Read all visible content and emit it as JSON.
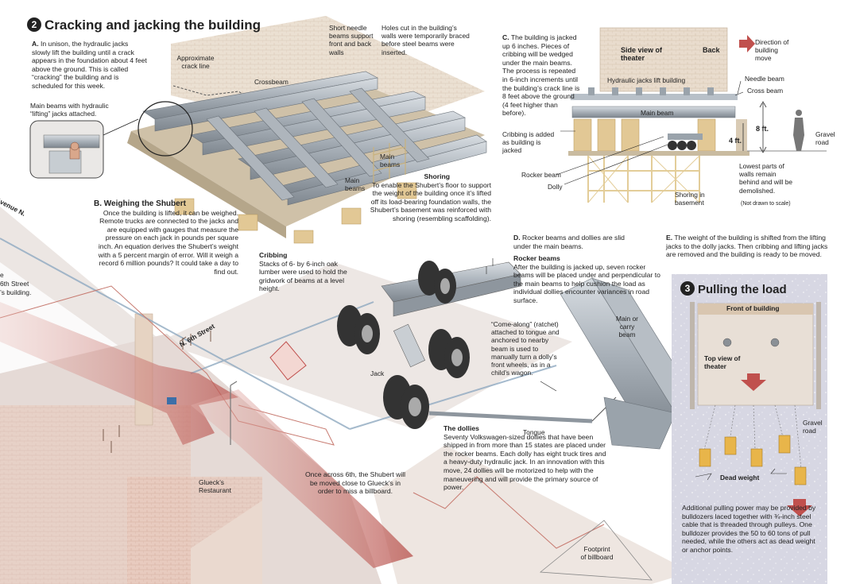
{
  "section2": {
    "num": "2",
    "title": "Cracking and jacking the building",
    "A_letter": "A.",
    "A_text": "In unison, the hydraulic jacks slowly lift the building until a crack appears in the foundation about 4 feet above the ground. This is called “cracking” the building and is scheduled for this week.",
    "label_crack": "Approximate crack line",
    "label_crossbeam": "Crossbeam",
    "label_needle": "Short needle beams support front and back walls",
    "label_holes": "Holes cut in the building’s walls were temporarily braced before steel beams were inserted.",
    "label_mainbeams_jacks": "Main beams with hydraulic “lifting” jacks attached.",
    "label_mainbeams1": "Main beams",
    "label_mainbeams2": "Main beams",
    "shoring_title": "Shoring",
    "shoring_text": "To enable the Shubert’s floor to support the weight of the building once it’s lifted off its load-bearing foundation walls, the Shubert’s basement was reinforced with shoring (resembling scaffolding).",
    "B_letter": "B.",
    "B_title": "Weighing the Shubert",
    "B_text": "Once the building is lifted, it can be weighed. Remote trucks are connected to the jacks and are equipped with gauges that measure the pressure on each jack in pounds per square inch. An equation derives the Shubert’s weight with a 5 percent margin of error. Will it weigh a record 6 million pounds? It could take a day to find out.",
    "cribbing_title": "Cribbing",
    "cribbing_text": "Stacks of 6- by 6-inch oak lumber were used to hold the gridwork of beams at a level height."
  },
  "sideview": {
    "C_letter": "C.",
    "C_text": "The building is jacked up 6 inches. Pieces of cribbing will be wedged under the main beams. The process is repeated in 6-inch increments until the building’s crack line is 8 feet above the ground (4 feet higher than before).",
    "title": "Side view of theater",
    "back": "Back",
    "direction": "Direction of building move",
    "jacks_lift": "Hydraulic jacks lift building",
    "needle_beam": "Needle beam",
    "cross_beam": "Cross beam",
    "main_beam": "Main beam",
    "cribbing_added": "Cribbing is added as building is jacked",
    "rocker_beam": "Rocker beam",
    "dolly": "Dolly",
    "eight_ft": "8 ft.",
    "four_ft": "4 ft.",
    "gravel_road": "Gravel road",
    "lowest_parts": "Lowest parts of walls remain behind and will be demolished.",
    "shoring_basement": "Shoring in basement",
    "not_to_scale": "(Not drawn to scale)"
  },
  "sectionD": {
    "D_letter": "D.",
    "D_text": "Rocker beams and dollies are slid under the main beams.",
    "rocker_title": "Rocker beams",
    "rocker_text": "After the building is jacked up, seven rocker beams will be placed under and perpendicular to the main beams to help cushion the load as individual dollies encounter variances in road surface.",
    "comealong": "“Come-along” (ratchet) attached to tongue and anchored to nearby beam is used to manually turn a dolly’s front wheels, as in a child’s wagon.",
    "main_carry": "Main or carry beam",
    "jack": "Jack",
    "tongue": "Tongue",
    "dollies_title": "The dollies",
    "dollies_text": "Seventy Volkswagen-sized dollies that have been shipped in from more than 15 states are placed under the rocker beams. Each dolly has eight truck tires and a heavy-duty hydraulic jack. In an innovation with this move, 24 dollies will be motorized to help with the maneuvering and will provide the primary source of power."
  },
  "sectionE": {
    "E_letter": "E.",
    "E_text": "The weight of the building is shifted from the lifting jacks to the dolly jacks. Then cribbing and lifting jacks are removed and the building is ready to be moved."
  },
  "section3": {
    "num": "3",
    "title": "Pulling the load",
    "front": "Front of building",
    "top_view": "Top view of theater",
    "gravel_road": "Gravel road",
    "dead_weight": "Dead weight",
    "text": "Additional pulling power may be provided by bulldozers laced together with ¾-inch steel cable that is threaded through pulleys. One bulldozer provides the 50 to 60 tons of pull needed, while the others act as dead weight or anchor points."
  },
  "map": {
    "avenue": "Avenue N.",
    "sixth_street": "N. 6th Street",
    "left_frag1": "e",
    "left_frag2": "6th Street",
    "left_frag3": "’s building.",
    "glueks": "Glueck’s Restaurant",
    "once_across": "Once across 6th, the Shubert will be moved close to Glueck’s in order to miss a billboard.",
    "footprint": "Footprint of billboard"
  },
  "colors": {
    "accent_red": "#c0504d",
    "panel_bg": "#dcdce6",
    "steel": "#9ea6ae",
    "wood": "#e6cda0"
  }
}
